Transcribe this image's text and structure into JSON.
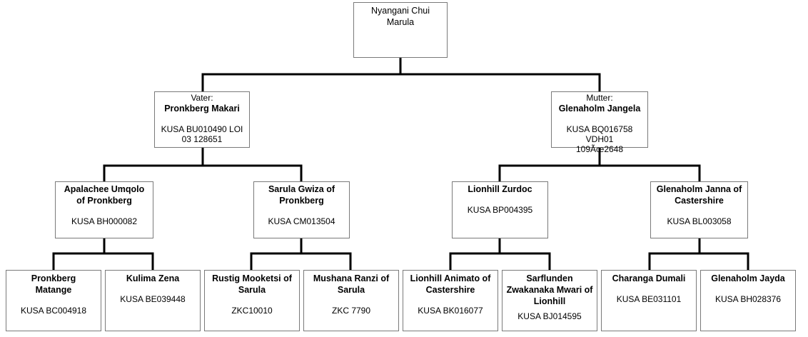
{
  "pedigree": {
    "subject": {
      "name": "Nyangani Chui Marula"
    },
    "sire": {
      "role": "Vater:",
      "name": "Pronkberg Makari",
      "reg": "KUSA BU010490 LOI 03 128651"
    },
    "dam": {
      "role": "Mutter:",
      "name": "Glenaholm Jangela",
      "reg": "KUSA BQ016758 VDH01 109Ãœ2648"
    },
    "sire_sire": {
      "name": "Apalachee Umqolo of Pronkberg",
      "reg": "KUSA BH000082"
    },
    "sire_dam": {
      "name": "Sarula Gwiza of Pronkberg",
      "reg": "KUSA CM013504"
    },
    "dam_sire": {
      "name": "Lionhill Zurdoc",
      "reg": "KUSA BP004395"
    },
    "dam_dam": {
      "name": "Glenaholm Janna of Castershire",
      "reg": "KUSA BL003058"
    },
    "ss_sire": {
      "name": "Pronkberg Matange",
      "reg": "KUSA BC004918"
    },
    "ss_dam": {
      "name": "Kulima Zena",
      "reg": "KUSA BE039448"
    },
    "sd_sire": {
      "name": "Rustig Mooketsi of Sarula",
      "reg": "ZKC10010"
    },
    "sd_dam": {
      "name": "Mushana Ranzi of Sarula",
      "reg": "ZKC 7790"
    },
    "ds_sire": {
      "name": "Lionhill Animato of Castershire",
      "reg": "KUSA BK016077"
    },
    "ds_dam": {
      "name": "Sarflunden Zwakanaka Mwari of Lionhill",
      "reg": "KUSA BJ014595"
    },
    "dd_sire": {
      "name": "Charanga Dumali",
      "reg": "KUSA BE031101"
    },
    "dd_dam": {
      "name": "Glenaholm Jayda",
      "reg": "KUSA BH028376"
    }
  }
}
